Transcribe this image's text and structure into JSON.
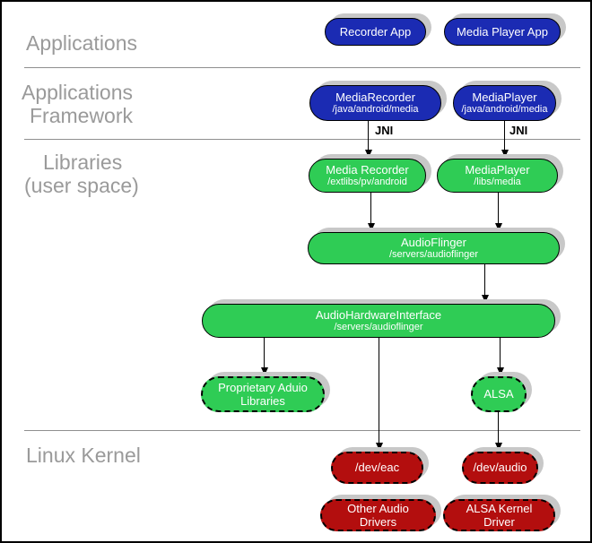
{
  "layers": {
    "applications": "Applications",
    "framework_line1": "Applications",
    "framework_line2": "Framework",
    "libraries_line1": "Libraries",
    "libraries_line2": "(user space)",
    "kernel": "Linux Kernel"
  },
  "nodes": {
    "recorder_app": {
      "title": "Recorder App"
    },
    "media_player_app": {
      "title": "Media Player App"
    },
    "media_recorder_fw": {
      "title": "MediaRecorder",
      "subtitle": "/java/android/media"
    },
    "media_player_fw": {
      "title": "MediaPlayer",
      "subtitle": "/java/android/media"
    },
    "media_recorder_lib": {
      "title": "Media Recorder",
      "subtitle": "/extlibs/pv/android"
    },
    "media_player_lib": {
      "title": "MediaPlayer",
      "subtitle": "/libs/media"
    },
    "audio_flinger": {
      "title": "AudioFlinger",
      "subtitle": "/servers/audioflinger"
    },
    "audio_hw_interface": {
      "title": "AudioHardwareInterface",
      "subtitle": "/servers/audioflinger"
    },
    "proprietary_audio": {
      "title": "Proprietary Aduio Libraries"
    },
    "alsa": {
      "title": "ALSA"
    },
    "dev_eac": {
      "title": "/dev/eac"
    },
    "dev_audio": {
      "title": "/dev/audio"
    },
    "other_audio_drivers": {
      "title": "Other Audio Drivers"
    },
    "alsa_kernel_driver": {
      "title": "ALSA Kernel Driver"
    }
  },
  "edge_labels": {
    "jni_left": "JNI",
    "jni_right": "JNI"
  },
  "colors": {
    "application_blue": "#1b2bb3",
    "userspace_green": "#2fcc55",
    "kernel_red": "#b30e0e",
    "shadow_gray": "#c8c8c8",
    "label_gray": "#9a9a9a"
  }
}
